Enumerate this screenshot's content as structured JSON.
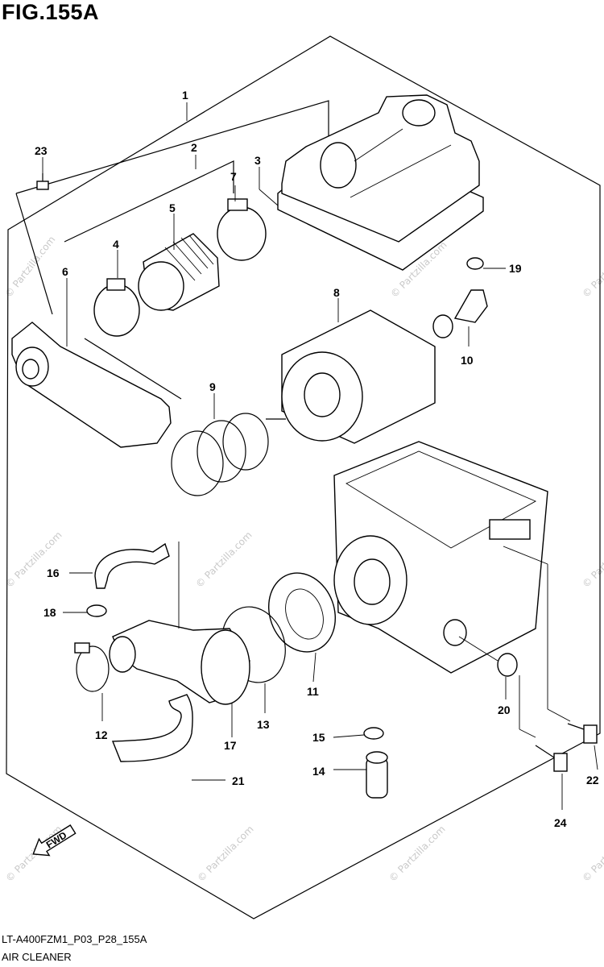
{
  "figure": {
    "title": "FIG.155A",
    "code": "LT-A400FZM1_P03_P28_155A",
    "name": "AIR CLEANER",
    "watermark": "© Partzilla.com",
    "fwd_label": "FWD"
  },
  "callouts": [
    "1",
    "2",
    "3",
    "4",
    "5",
    "6",
    "7",
    "8",
    "9",
    "10",
    "11",
    "12",
    "13",
    "14",
    "15",
    "16",
    "17",
    "18",
    "19",
    "20",
    "21",
    "22",
    "23",
    "24"
  ]
}
